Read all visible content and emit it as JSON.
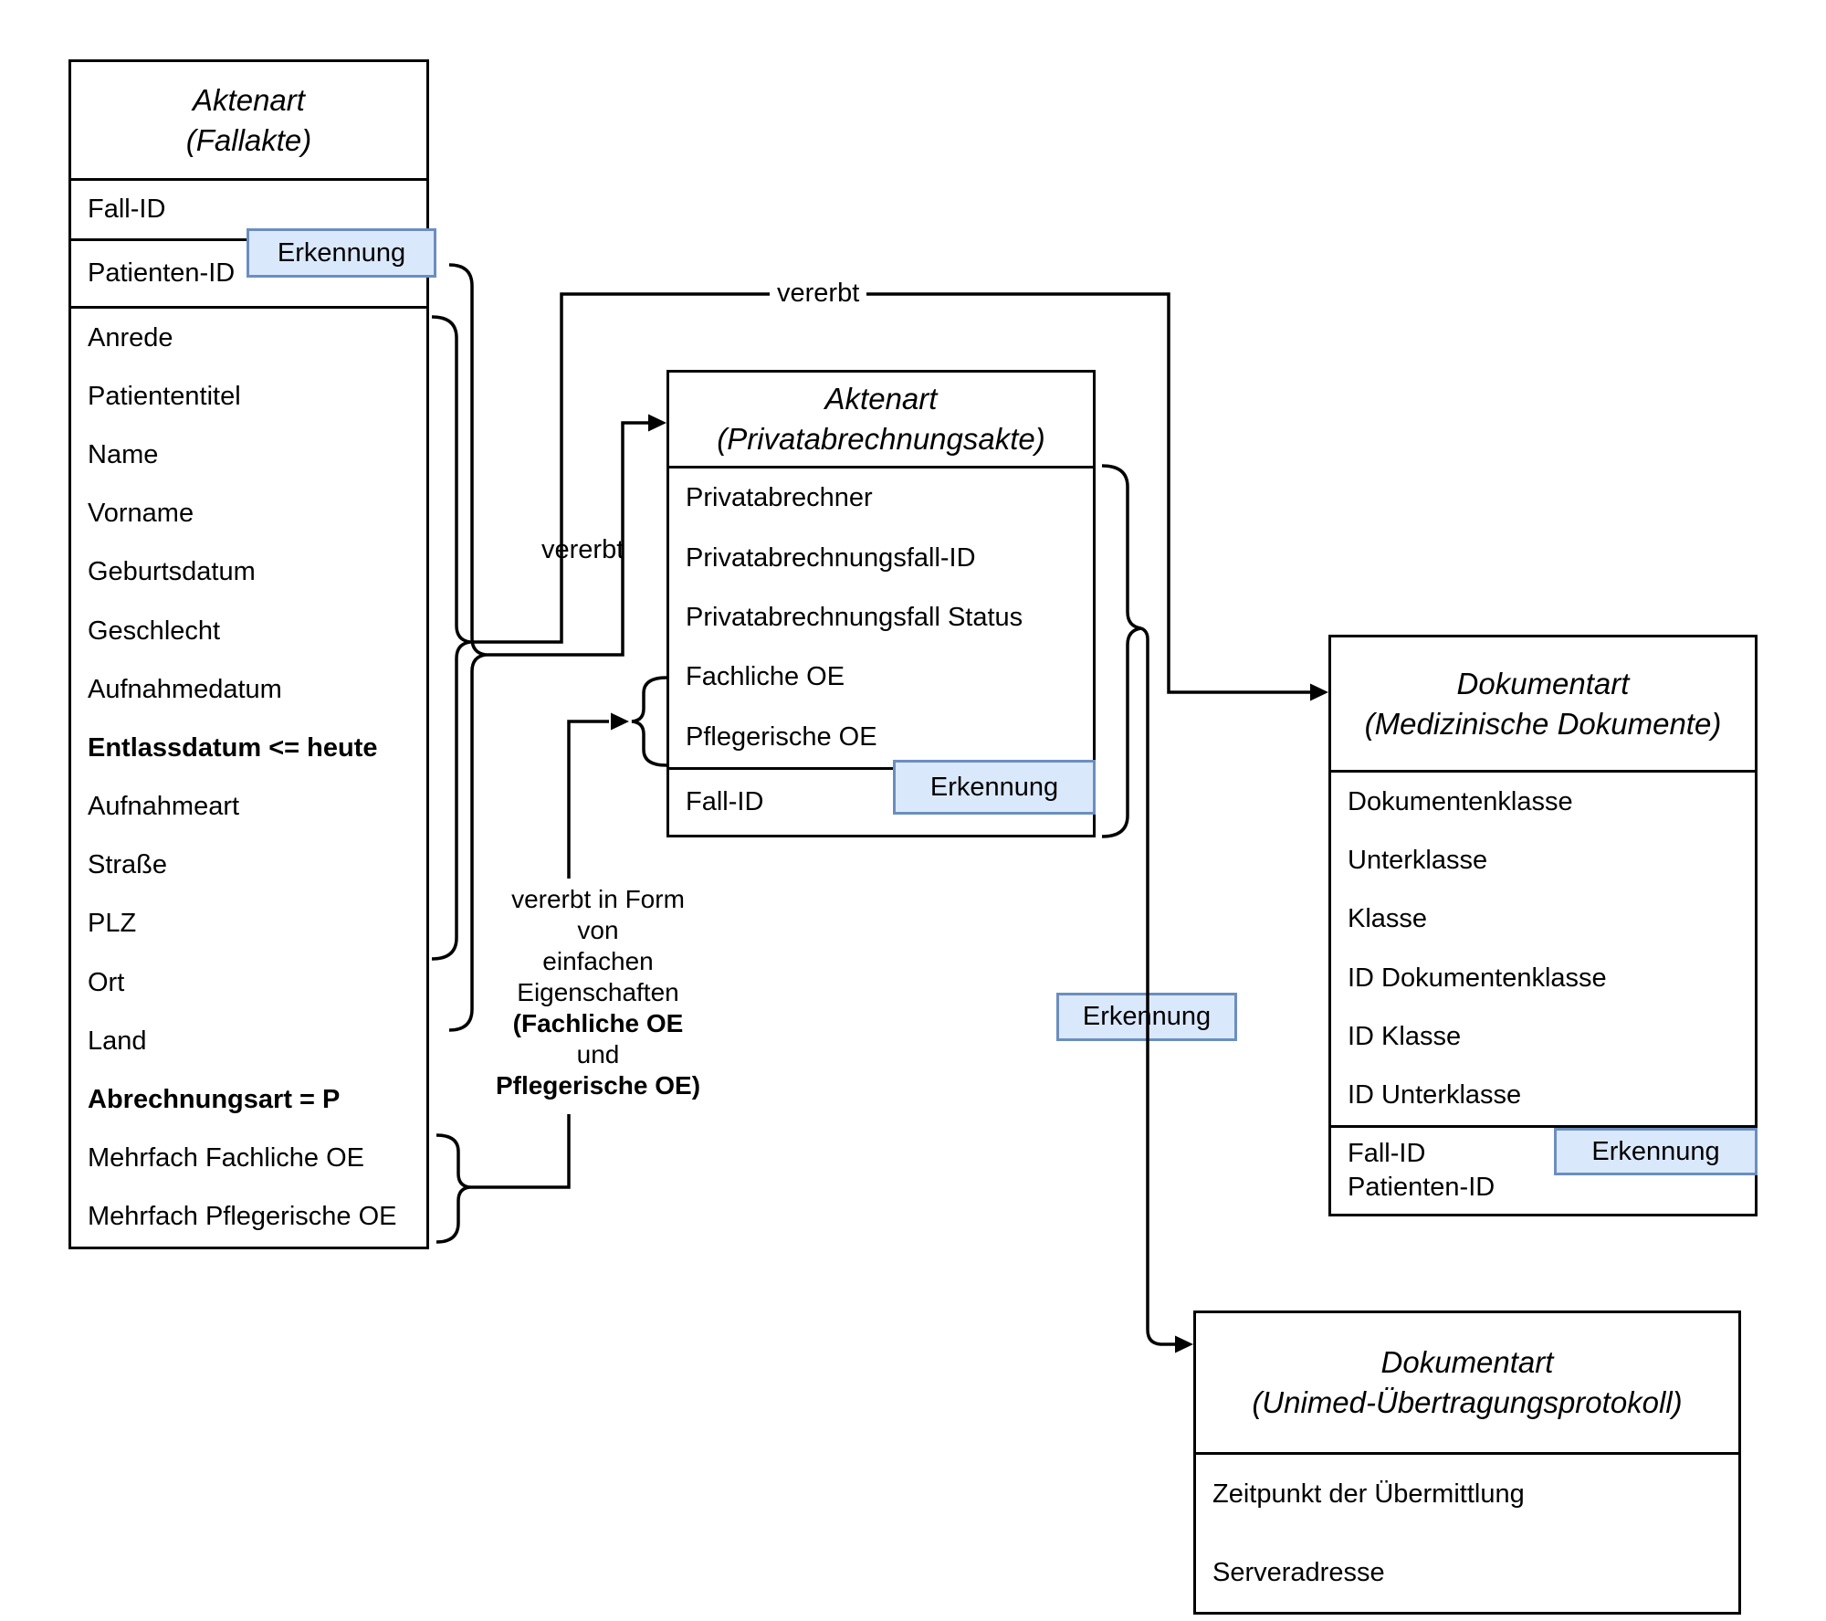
{
  "colors": {
    "badge_fill": "#dae8fc",
    "badge_border": "#6c8ebf",
    "line": "#000000",
    "background": "#ffffff"
  },
  "boxes": {
    "fallakte": {
      "title1": "Aktenart",
      "title2": "(Fallakte)",
      "fall_id": "Fall-ID",
      "patienten_id": "Patienten-ID",
      "badge": "Erkennung",
      "attributes": [
        {
          "label": "Anrede",
          "bold": false
        },
        {
          "label": "Patiententitel",
          "bold": false
        },
        {
          "label": "Name",
          "bold": false
        },
        {
          "label": "Vorname",
          "bold": false
        },
        {
          "label": "Geburtsdatum",
          "bold": false
        },
        {
          "label": "Geschlecht",
          "bold": false
        },
        {
          "label": "Aufnahmedatum",
          "bold": false
        },
        {
          "label": "Entlassdatum <= heute",
          "bold": true
        },
        {
          "label": "Aufnahmeart",
          "bold": false
        },
        {
          "label": "Straße",
          "bold": false
        },
        {
          "label": "PLZ",
          "bold": false
        },
        {
          "label": "Ort",
          "bold": false
        },
        {
          "label": "Land",
          "bold": false
        },
        {
          "label": "Abrechnungsart = P",
          "bold": true
        },
        {
          "label": "Mehrfach Fachliche OE",
          "bold": false
        },
        {
          "label": "Mehrfach Pflegerische OE",
          "bold": false
        }
      ]
    },
    "privatabrechnungsakte": {
      "title1": "Aktenart",
      "title2": "(Privatabrechnungsakte)",
      "fall_id": "Fall-ID",
      "badge": "Erkennung",
      "attributes": [
        {
          "label": "Privatabrechner",
          "bold": false
        },
        {
          "label": "Privatabrechnungsfall-ID",
          "bold": false
        },
        {
          "label": "Privatabrechnungsfall Status",
          "bold": false
        },
        {
          "label": "Fachliche OE",
          "bold": false
        },
        {
          "label": "Pflegerische OE",
          "bold": false
        }
      ]
    },
    "medizinische_dokumente": {
      "title1": "Dokumentart",
      "title2": "(Medizinische Dokumente)",
      "key1": "Fall-ID",
      "key2": "Patienten-ID",
      "badge": "Erkennung",
      "attributes": [
        {
          "label": "Dokumentenklasse",
          "bold": false
        },
        {
          "label": "Unterklasse",
          "bold": false
        },
        {
          "label": "Klasse",
          "bold": false
        },
        {
          "label": "ID Dokumentenklasse",
          "bold": false
        },
        {
          "label": "ID Klasse",
          "bold": false
        },
        {
          "label": "ID Unterklasse",
          "bold": false
        }
      ]
    },
    "unimed": {
      "title1": "Dokumentart",
      "title2": "(Unimed-Übertragungsprotokoll)",
      "attributes": [
        {
          "label": "Zeitpunkt der Übermittlung",
          "bold": false
        },
        {
          "label": "Serveradresse",
          "bold": false
        }
      ]
    }
  },
  "labels": {
    "vererbt_top": "vererbt",
    "vererbt_middle": "vererbt",
    "floating_badge": "Erkennung",
    "inherit_note_lines": [
      {
        "label": "vererbt in Form",
        "bold": false
      },
      {
        "label": "von",
        "bold": false
      },
      {
        "label": "einfachen",
        "bold": false
      },
      {
        "label": "Eigenschaften",
        "bold": false
      },
      {
        "label": "(Fachliche OE",
        "bold": true
      },
      {
        "label": "und",
        "bold": false
      },
      {
        "label": "Pflegerische OE)",
        "bold": true
      }
    ]
  }
}
